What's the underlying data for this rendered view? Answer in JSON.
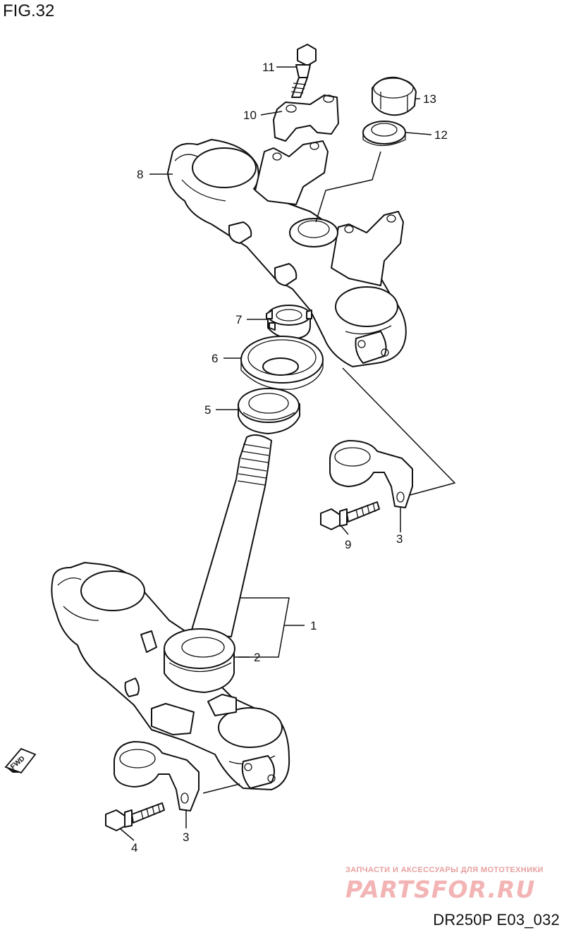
{
  "figure_title": "FIG.32",
  "diagram_code": "DR250P E03_032",
  "direction_badge": "FWD",
  "watermark": {
    "subtitle": "ЗАПЧАСТИ И АКСЕССУАРЫ ДЛЯ МОТОТЕХНИКИ",
    "brand": "PARTSFOR.RU"
  },
  "callouts": [
    {
      "key": "c1",
      "label": "1"
    },
    {
      "key": "c2",
      "label": "2"
    },
    {
      "key": "c3a",
      "label": "3"
    },
    {
      "key": "c3b",
      "label": "3"
    },
    {
      "key": "c4",
      "label": "4"
    },
    {
      "key": "c5",
      "label": "5"
    },
    {
      "key": "c6",
      "label": "6"
    },
    {
      "key": "c7",
      "label": "7"
    },
    {
      "key": "c8",
      "label": "8"
    },
    {
      "key": "c9",
      "label": "9"
    },
    {
      "key": "c10",
      "label": "10"
    },
    {
      "key": "c11",
      "label": "11"
    },
    {
      "key": "c12",
      "label": "12"
    },
    {
      "key": "c13",
      "label": "13"
    }
  ]
}
